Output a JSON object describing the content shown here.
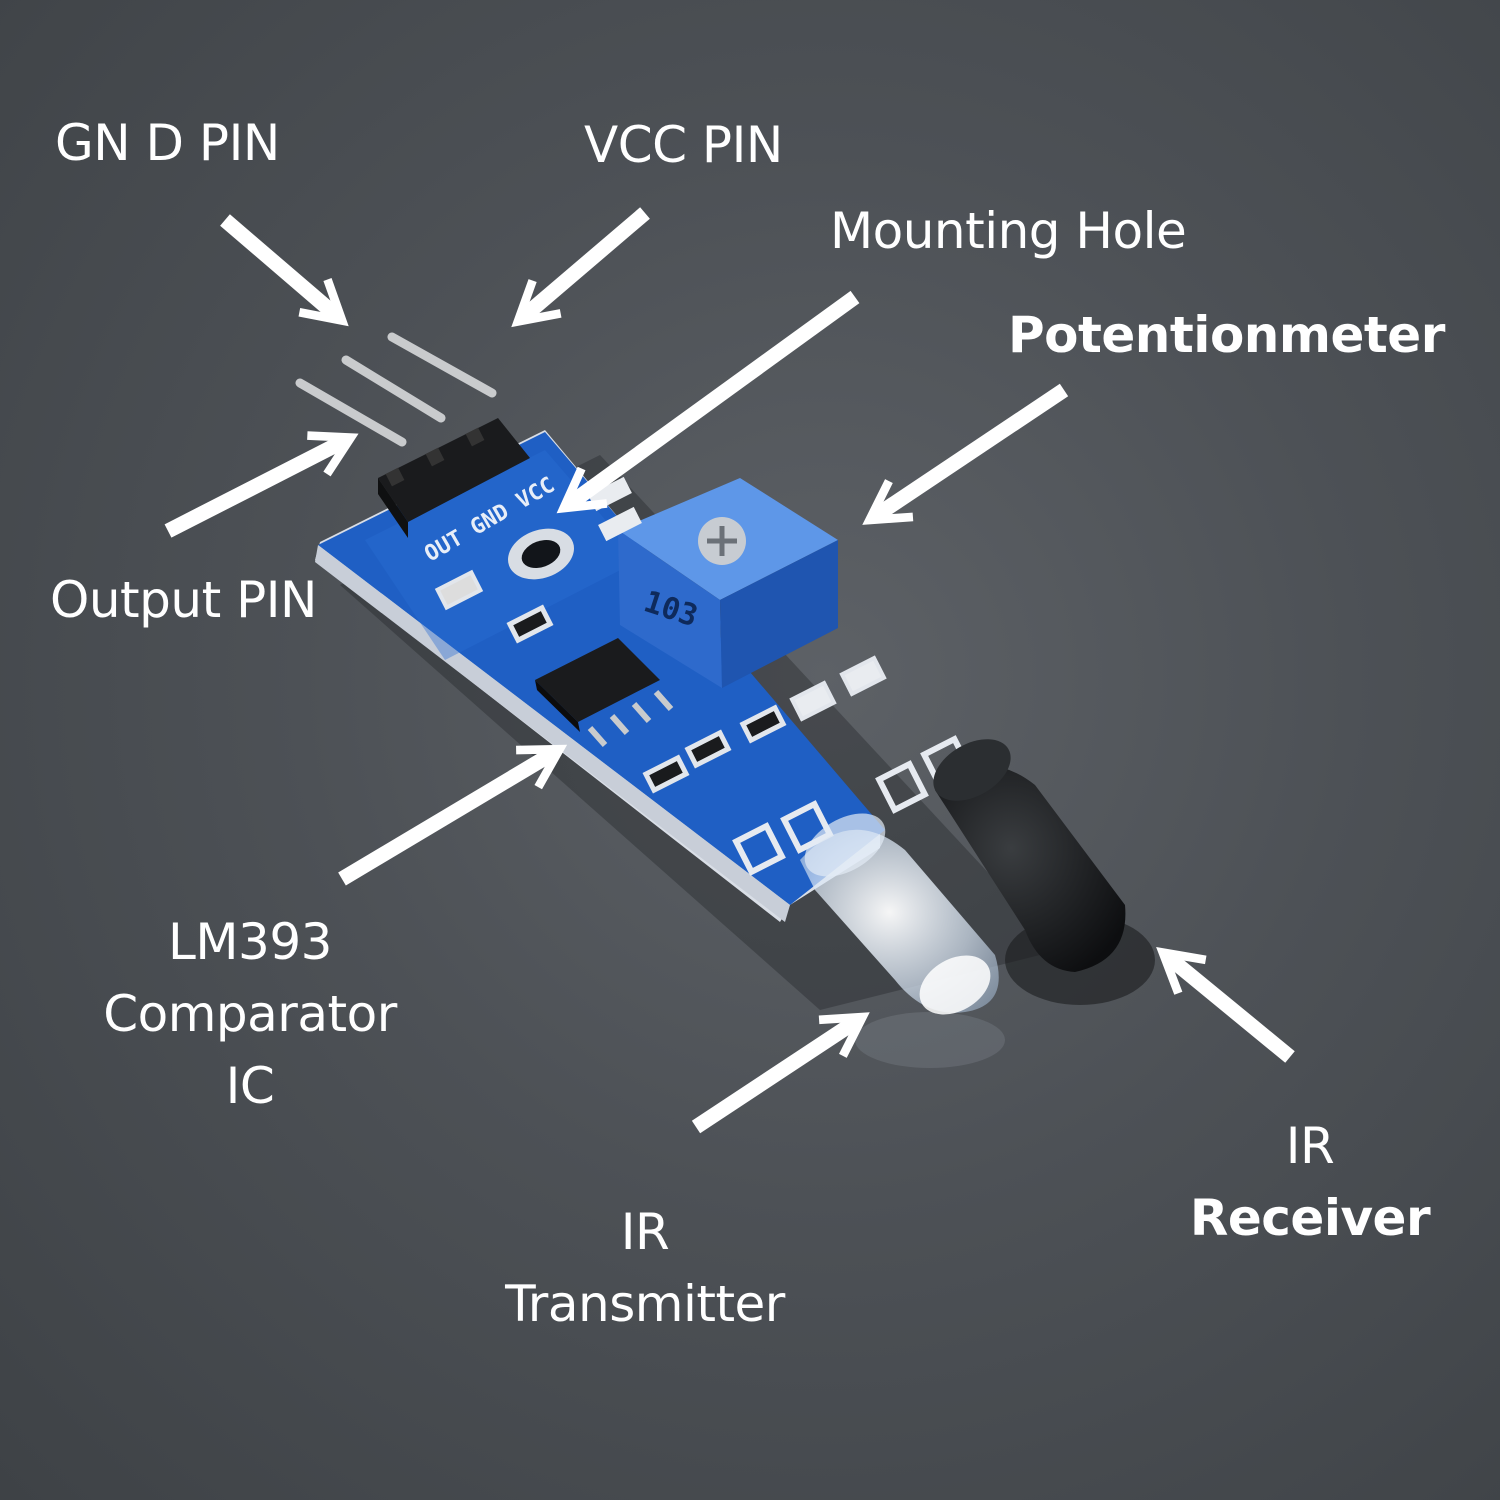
{
  "labels": {
    "gnd_pin": "GN D PIN",
    "vcc_pin": "VCC PIN",
    "mounting_hole": "Mounting Hole",
    "potentiometer": "Potentionmeter",
    "output_pin": "Output PIN",
    "comparator": [
      "LM393",
      "Comparator",
      "IC"
    ],
    "ir_transmitter": [
      "IR",
      "Transmitter"
    ],
    "ir_receiver": [
      "IR",
      "Receiver"
    ]
  },
  "silkscreen": {
    "pins": "OUT GND VCC",
    "pot_code": "103"
  },
  "colors": {
    "background": "#4d5156",
    "pcb": "#1f5fc4",
    "arrow": "#ffffff",
    "potentiometer": "#3a78d8"
  }
}
